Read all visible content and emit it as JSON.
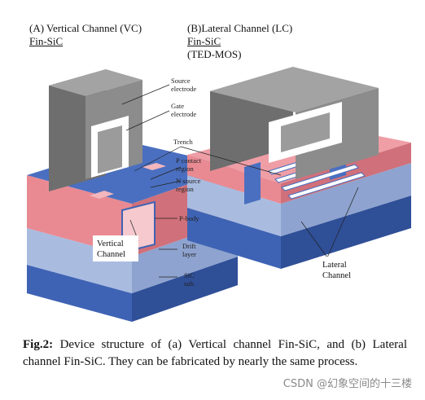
{
  "panel_a": {
    "title_line1": "(A) Vertical Channel (VC)",
    "title_line2": "Fin-SiC"
  },
  "panel_b": {
    "title_line1": "(B)Lateral Channel (LC)",
    "title_line2": "Fin-SiC",
    "title_line3": "(TED-MOS)"
  },
  "labels": {
    "source_electrode_1": "Source",
    "source_electrode_2": "electrode",
    "gate_electrode_1": "Gate",
    "gate_electrode_2": "electrode",
    "trench": "Trench",
    "p_contact_1": "P contact",
    "p_contact_2": "region",
    "n_source_1": "N source",
    "n_source_2": "region",
    "p_body": "P-body",
    "drift_1": "Drift",
    "drift_2": "layer",
    "sic_1": "SiC",
    "sic_2": "sub.",
    "vertical_channel_1": "Vertical",
    "vertical_channel_2": "Channel",
    "lateral_channel_1": "Lateral",
    "lateral_channel_2": "Channel"
  },
  "caption": {
    "fig_label": "Fig.2:",
    "text": " Device structure of (a) Vertical channel Fin-SiC, and (b) Lateral channel Fin-SiC. They can be fabricated by nearly the same process."
  },
  "watermark": "CSDN @幻象空间的十三楼",
  "colors": {
    "substrate": "#3f63b4",
    "drift": "#a9bce0",
    "p_body": "#e98a92",
    "n_source": "#4a6fc0",
    "p_contact": "#f2b6bc",
    "electrode": "#8c8c8c",
    "gate": "#6e6e6e"
  }
}
